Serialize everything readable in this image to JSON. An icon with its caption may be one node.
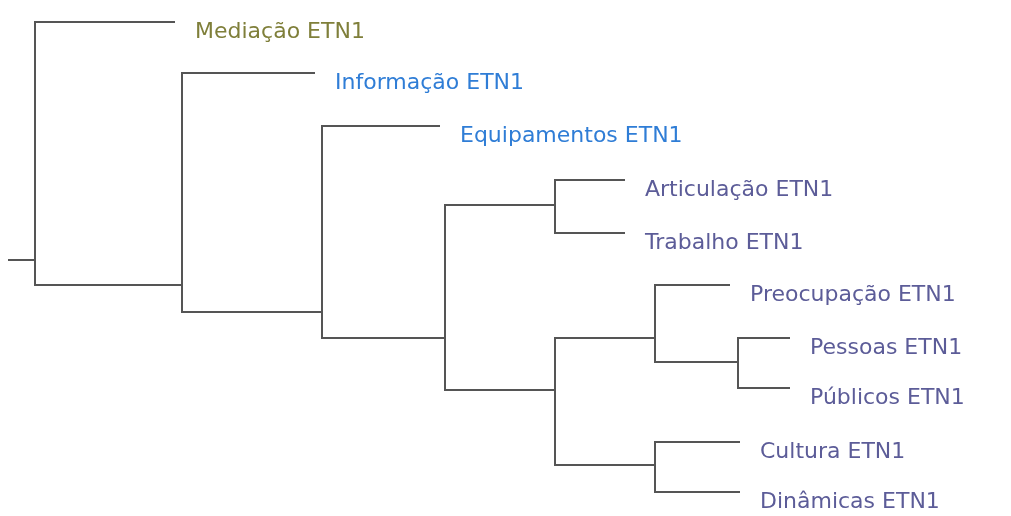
{
  "diagram": {
    "nodes": [
      {
        "text": [
          "Mediação ETN1"
        ]
      },
      {
        "text": [
          "Informação ETN1"
        ]
      },
      {
        "text": [
          "Equipamentos ETN1"
        ]
      },
      {
        "text": [
          "Articulação ETN1"
        ]
      },
      {
        "text": [
          "Trabalho ETN1"
        ]
      },
      {
        "text": [
          "Preocupação ETN1"
        ]
      },
      {
        "text": [
          "Pessoas ETN1"
        ]
      },
      {
        "text": [
          "Públicos ETN1"
        ]
      },
      {
        "text": [
          "Cultura ETN1"
        ]
      },
      {
        "text": [
          "Dinâmicas ETN1"
        ]
      },
      {
        "text": [],
        "shape": "bar"
      },
      {
        "text": [],
        "shape": "bar"
      },
      {
        "text": [],
        "shape": "bar"
      },
      {
        "text": [],
        "shape": "bar"
      },
      {
        "text": [],
        "shape": "bar"
      },
      {
        "text": [],
        "shape": "bar"
      },
      {
        "text": [],
        "shape": "bar"
      },
      {
        "text": [],
        "shape": "bar"
      },
      {
        "text": [],
        "shape": "bar"
      }
    ],
    "edges": [
      {
        "from": null,
        "to": 10,
        "arrow": "none"
      },
      {
        "from": 10,
        "to": 0,
        "arrow": "none"
      },
      {
        "from": 10,
        "to": 11,
        "arrow": "none"
      },
      {
        "from": 11,
        "to": 1,
        "arrow": "none"
      },
      {
        "from": 11,
        "to": 12,
        "arrow": "none"
      },
      {
        "from": 12,
        "to": 2,
        "arrow": "none"
      },
      {
        "from": 12,
        "to": 13,
        "arrow": "none"
      },
      {
        "from": 13,
        "to": 14,
        "arrow": "none"
      },
      {
        "from": 14,
        "to": 3,
        "arrow": "none"
      },
      {
        "from": 14,
        "to": 4,
        "arrow": "none"
      },
      {
        "from": 13,
        "to": 15,
        "arrow": "none"
      },
      {
        "from": 15,
        "to": 16,
        "arrow": "none"
      },
      {
        "from": 16,
        "to": 5,
        "arrow": "none"
      },
      {
        "from": 16,
        "to": 17,
        "arrow": "none"
      },
      {
        "from": 17,
        "to": 6,
        "arrow": "none"
      },
      {
        "from": 17,
        "to": 7,
        "arrow": "none"
      },
      {
        "from": 15,
        "to": 18,
        "arrow": "none"
      },
      {
        "from": 18,
        "to": 8,
        "arrow": "none"
      },
      {
        "from": 18,
        "to": 9,
        "arrow": "none"
      }
    ]
  }
}
